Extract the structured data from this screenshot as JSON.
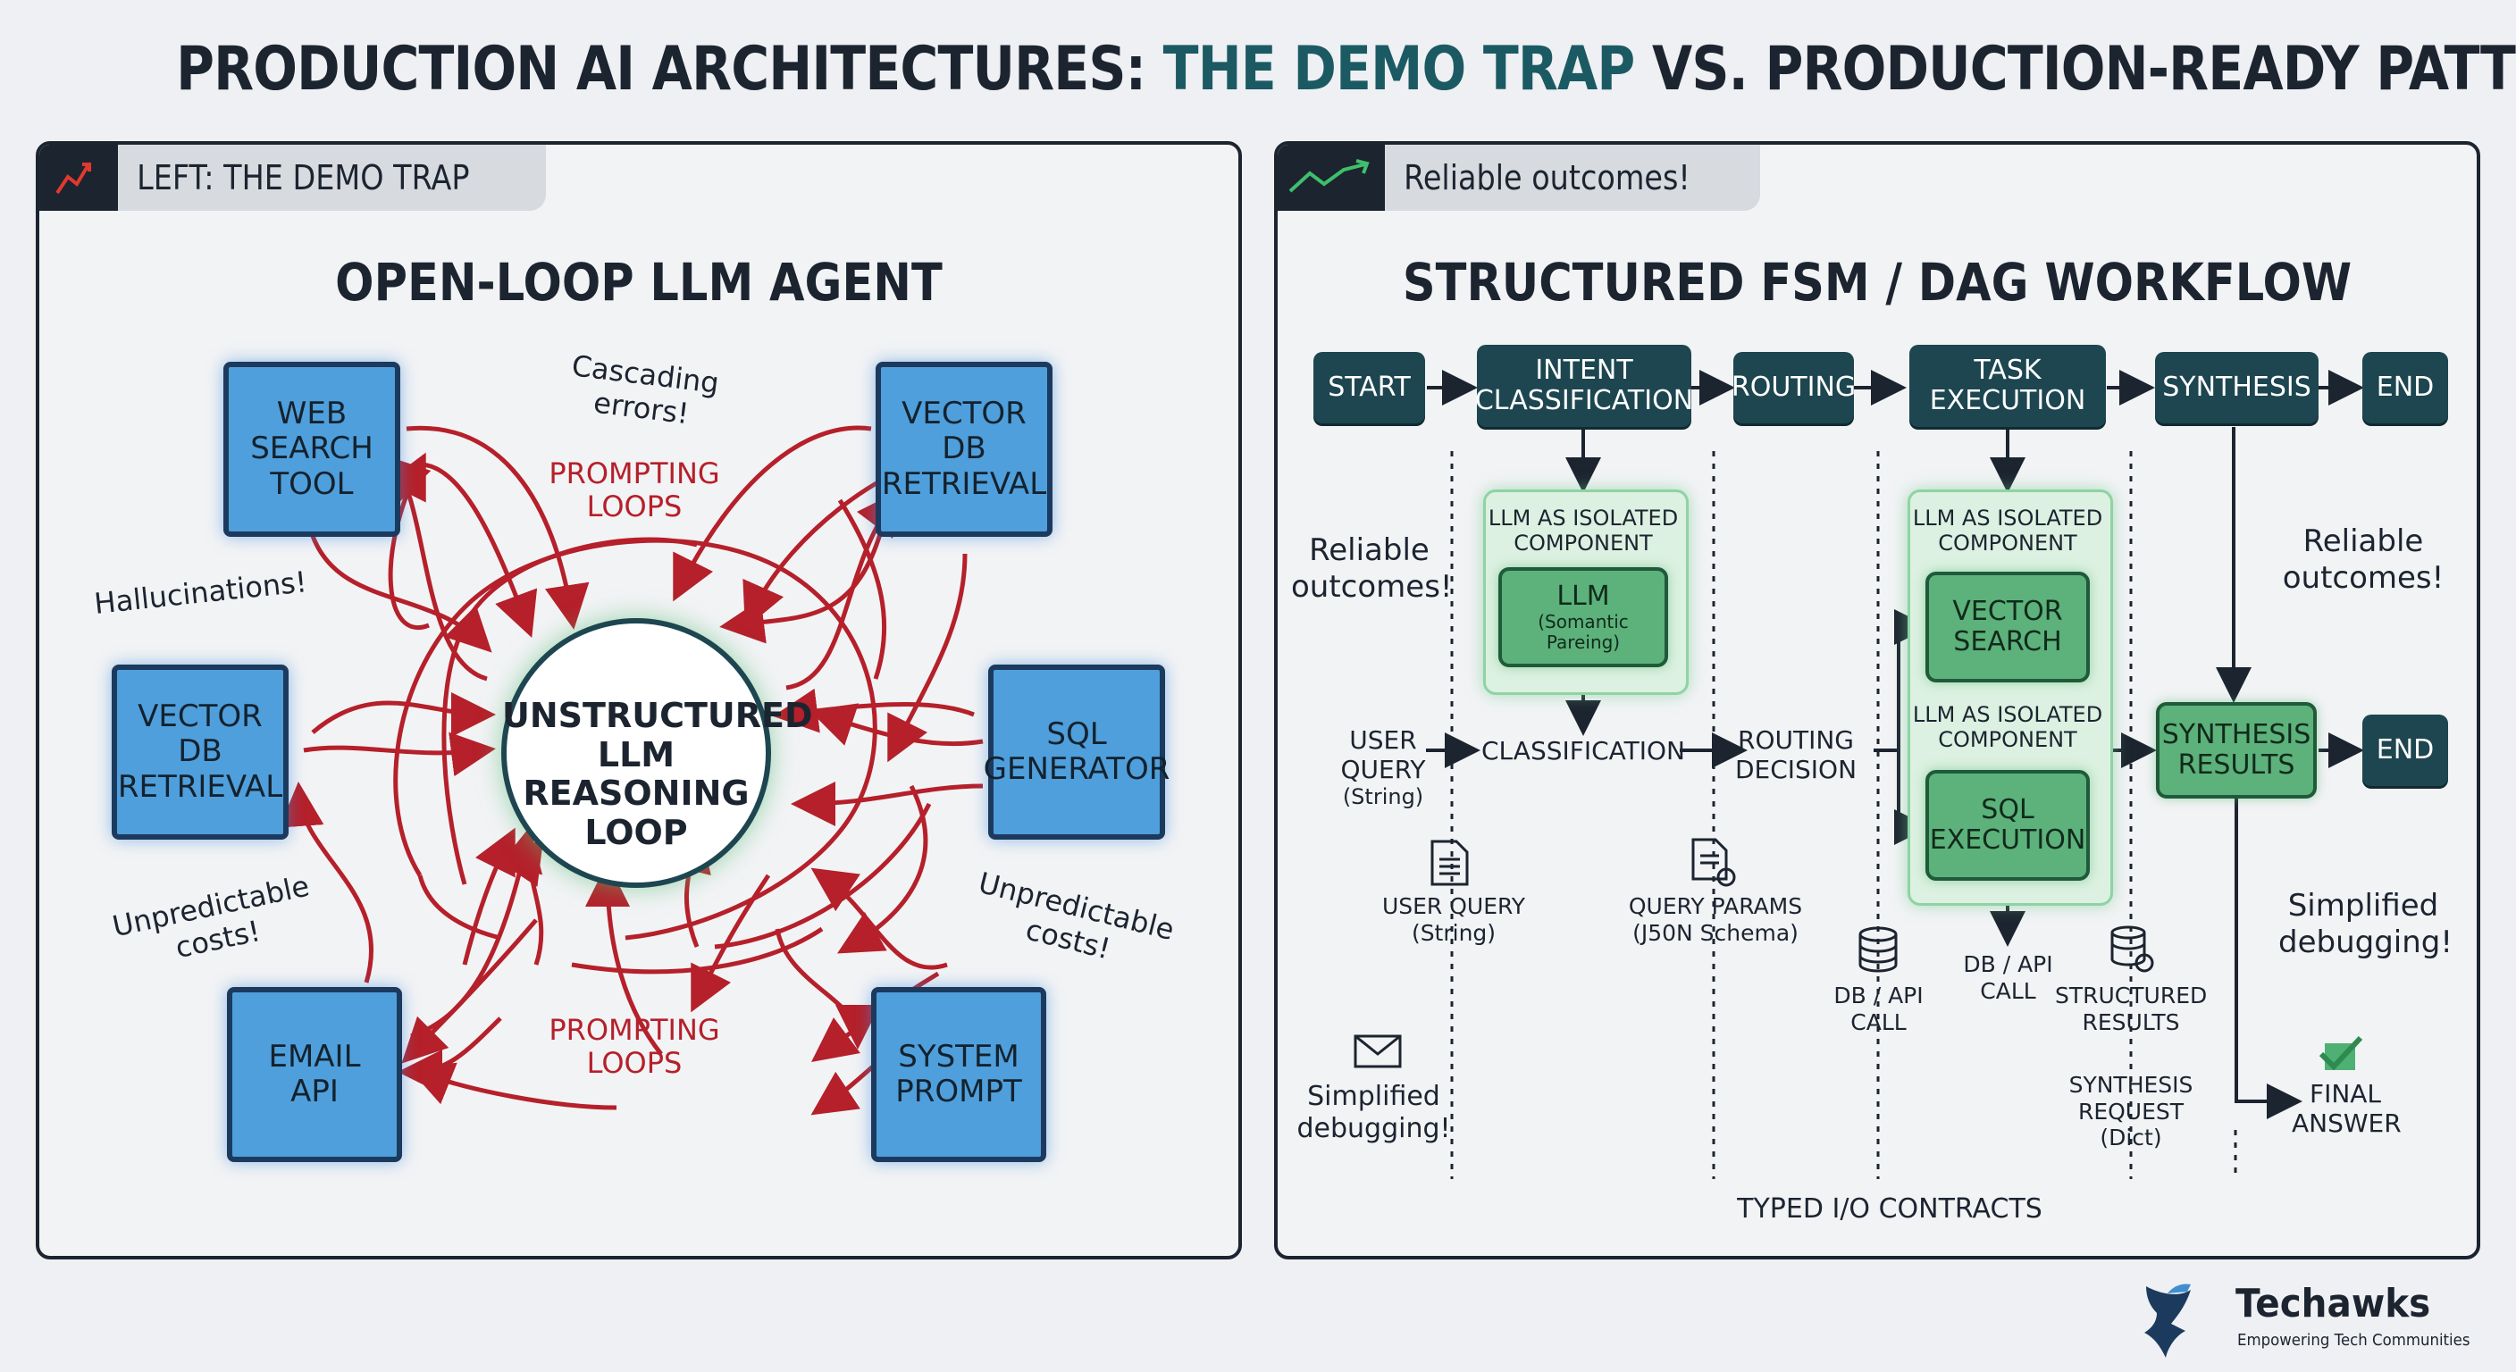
{
  "title": {
    "part1": "PRODUCTION AI ARCHITECTURES: ",
    "part2": "THE DEMO TRAP",
    "part3": " VS. PRODUCTION-READY PATTERN"
  },
  "left_panel": {
    "tab_label": "LEFT: THE DEMO TRAP",
    "heading": "OPEN-LOOP LLM AGENT",
    "center": "UNSTRUCTURED\nLLM REASONING\nLOOP",
    "nodes": {
      "web_search": "WEB\nSEARCH\nTOOL",
      "vector_db_top": "VECTOR DB\nRETRIEVAL",
      "vector_db_left": "VECTOR DB\nRETRIEVAL",
      "sql_generator": "SQL\nGENERATOR",
      "email_api": "EMAIL\nAPI",
      "system_prompt": "SYSTEM\nPROMPT"
    },
    "notes": {
      "cascading": "Cascading errors!",
      "hallucinations": "Hallucinations!",
      "costs_left": "Unpredictable\ncosts!",
      "costs_right": "Unpredictable\ncosts!",
      "loops_top": "PROMPTING\nLOOPS",
      "loops_bottom": "PROMPTING\nLOOPS"
    }
  },
  "right_panel": {
    "tab_label": "Reliable outcomes!",
    "heading": "STRUCTURED FSM / DAG WORKFLOW",
    "flow": {
      "start": "START",
      "intent": "INTENT\nCLASSIFICATION",
      "routing": "ROUTING",
      "task": "TASK\nEXECUTION",
      "synthesis": "SYNTHESIS",
      "end": "END"
    },
    "components": {
      "llm_iso_1": "LLM AS ISOLATED\nCOMPONENT",
      "llm": "LLM",
      "llm_sub": "(Somantic Pareing)",
      "llm_iso_2": "LLM AS ISOLATED\nCOMPONENT",
      "vector_search": "VECTOR\nSEARCH",
      "llm_iso_3": "LLM AS ISOLATED\nCOMPONENT",
      "sql_execution": "SQL\nEXECUTION",
      "synthesis_results": "SYNTHESIS\nRESULTS",
      "end2": "END"
    },
    "labels": {
      "user_query": "USER\nQUERY",
      "user_query_type": "(String)",
      "classification": "CLASSIFICATION",
      "routing_decision": "ROUTING\nDECISION",
      "user_query2": "USER QUERY\n(String)",
      "query_params": "QUERY PARAMS\n(J50N Schema)",
      "db_api_call_1": "DB / API\nCALL",
      "db_api_call_2": "DB / API\nCALL",
      "structured_results": "STRUCTURED\nRESULTS",
      "synthesis_request": "SYNTHESIS\nREQUEST\n(Dict)",
      "final_answer": "FINAL\nANSWER",
      "typed_io": "TYPED I/O CONTRACTS"
    },
    "notes": {
      "reliable_left": "Reliable\noutcomes!",
      "reliable_right": "Reliable\noutcomes!",
      "simplified_left": "Simplified\ndebugging!",
      "simplified_right": "Simplified\ndebugging!"
    }
  },
  "brand": {
    "name": "Techawks",
    "tagline": "Empowering Tech Communities"
  },
  "colors": {
    "dark": "#1c2430",
    "teal": "#1d4650",
    "accent_title": "#1c5a63",
    "red_arrows": "#b5202a",
    "blue_box": "#4f9fdc",
    "green_box": "#5cb27a"
  }
}
